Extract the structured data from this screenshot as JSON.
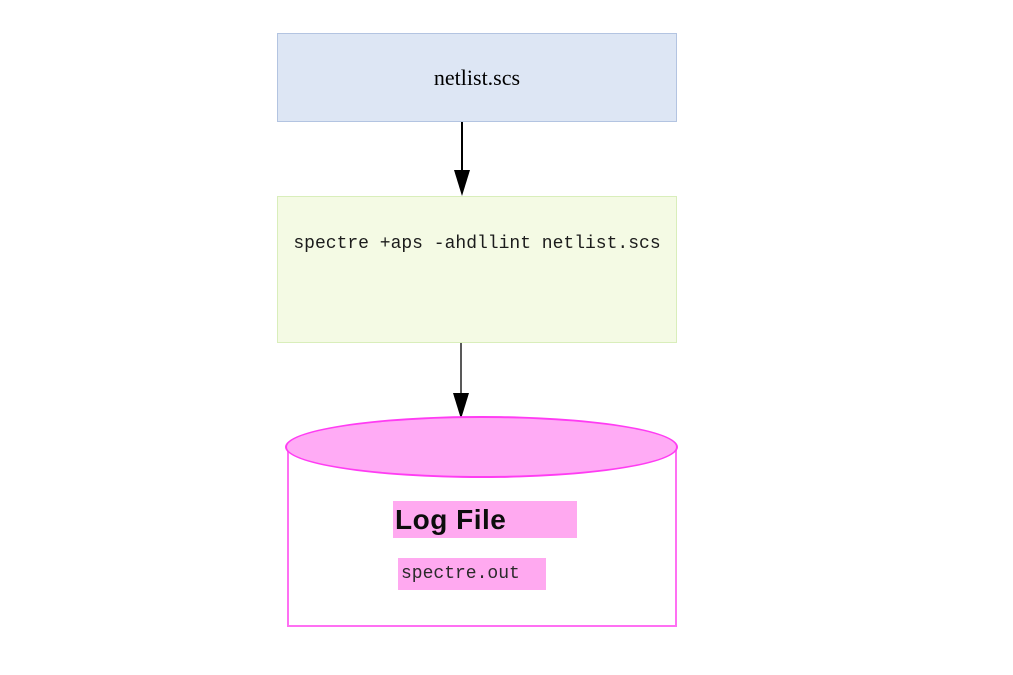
{
  "diagram": {
    "source_file": {
      "label": "netlist.scs"
    },
    "command": {
      "label": "spectre +aps -ahdllint netlist.scs"
    },
    "log_file": {
      "title": "Log File",
      "file": "spectre.out"
    }
  },
  "colors": {
    "source-fill": "#dde6f4",
    "source-border": "#b3c4e1",
    "command-fill": "#f4fae4",
    "command-border": "#d9eebb",
    "cylinder-fill": "#ffffff",
    "cylinder-border": "#ff70f3",
    "ellipse-fill": "#ffabf5",
    "ellipse-border": "#ff3cf3",
    "highlight": "#ffa9f0",
    "arrow-line-1": "#000000",
    "arrow-line-2": "#595959",
    "arrow-head": "#000000",
    "text": "#000000"
  }
}
